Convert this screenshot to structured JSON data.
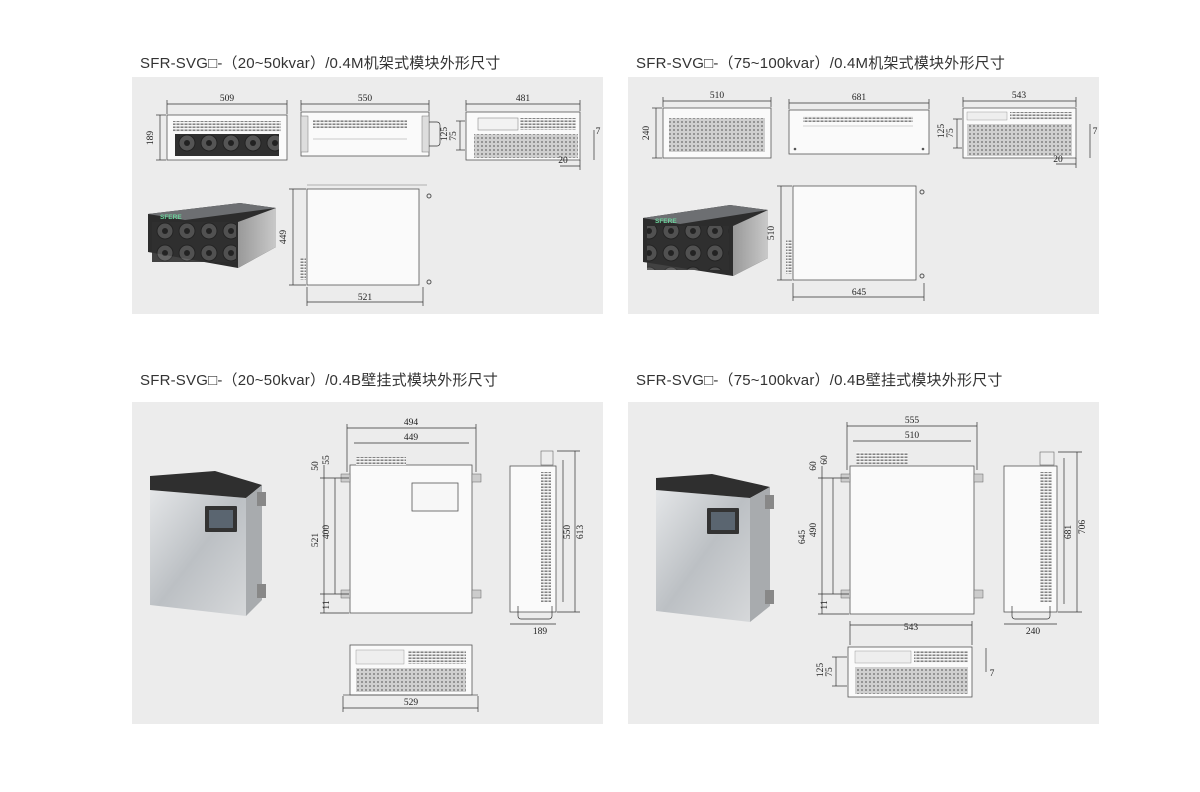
{
  "titles": {
    "rack_small": "SFR-SVG□-（20~50kvar）/0.4M机架式模块外形尺寸",
    "rack_large": "SFR-SVG□-（75~100kvar）/0.4M机架式模块外形尺寸",
    "wall_small": "SFR-SVG□-（20~50kvar）/0.4B壁挂式模块外形尺寸",
    "wall_large": "SFR-SVG□-（75~100kvar）/0.4B壁挂式模块外形尺寸"
  },
  "brand": "SFERE",
  "rack_small": {
    "front_width": "509",
    "front_height": "189",
    "rear_width": "550",
    "side_width": "481",
    "side_h1": "125",
    "side_h2": "75",
    "side_h3": "7",
    "side_d": "20",
    "top_depth": "449",
    "top_width": "521"
  },
  "rack_large": {
    "front_width": "510",
    "front_height": "240",
    "rear_width": "681",
    "side_width": "543",
    "side_h1": "125",
    "side_h2": "75",
    "side_h3": "7",
    "side_d": "20",
    "top_depth": "510",
    "top_width": "645"
  },
  "wall_small": {
    "outer_width": "494",
    "inner_width": "449",
    "h_top1": "50",
    "h_top2": "55",
    "h_total": "521",
    "h_mount": "400",
    "h_bottom": "11",
    "side_h1": "550",
    "side_h2": "613",
    "side_depth": "189",
    "bottom_width": "529"
  },
  "wall_large": {
    "outer_width": "555",
    "inner_width": "510",
    "h_top1": "60",
    "h_top2": "60",
    "h_total": "645",
    "h_mount": "490",
    "h_bottom": "11",
    "side_h1": "681",
    "side_h2": "706",
    "side_depth": "240",
    "bottom_width": "543",
    "bottom_h1": "125",
    "bottom_h2": "75",
    "bottom_h3": "7"
  }
}
